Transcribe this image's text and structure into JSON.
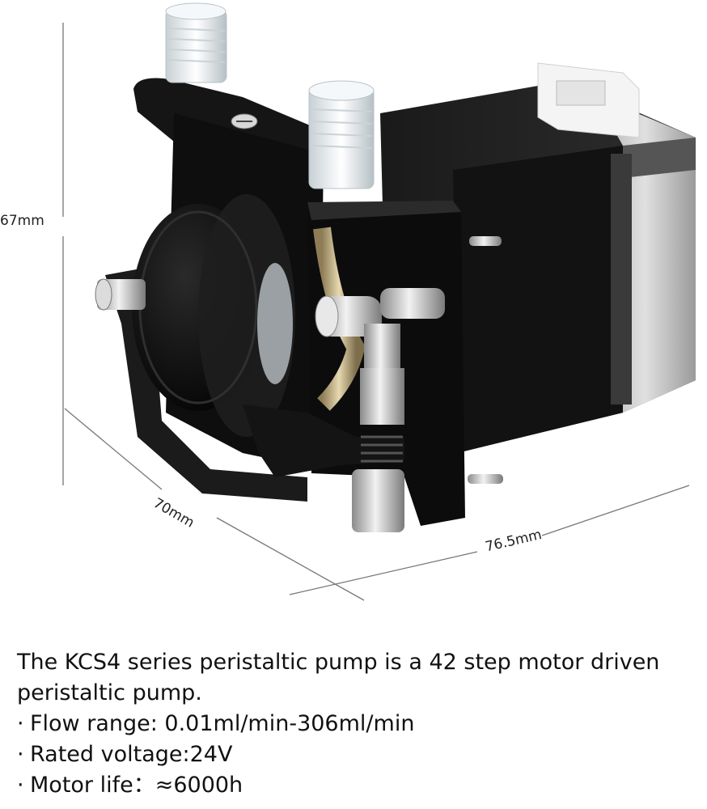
{
  "dimensions": {
    "height_label": "67mm",
    "depth_label": "70mm",
    "width_label": "76.5mm"
  },
  "description": {
    "line1": "The KCS4 series peristaltic pump is a 42 step motor driven",
    "line2": "peristaltic pump.",
    "bullet_char": "·",
    "specs": [
      "Flow range: 0.01ml/min-306ml/min",
      "Rated voltage:24V",
      "Motor life：≈6000h"
    ]
  },
  "colors": {
    "body_black": "#141414",
    "motor_gray": "#8c8c8c",
    "tube_beige": "#c9b98f",
    "fitting_clear": "#e8eef0",
    "metal": "#c8c8c8"
  }
}
